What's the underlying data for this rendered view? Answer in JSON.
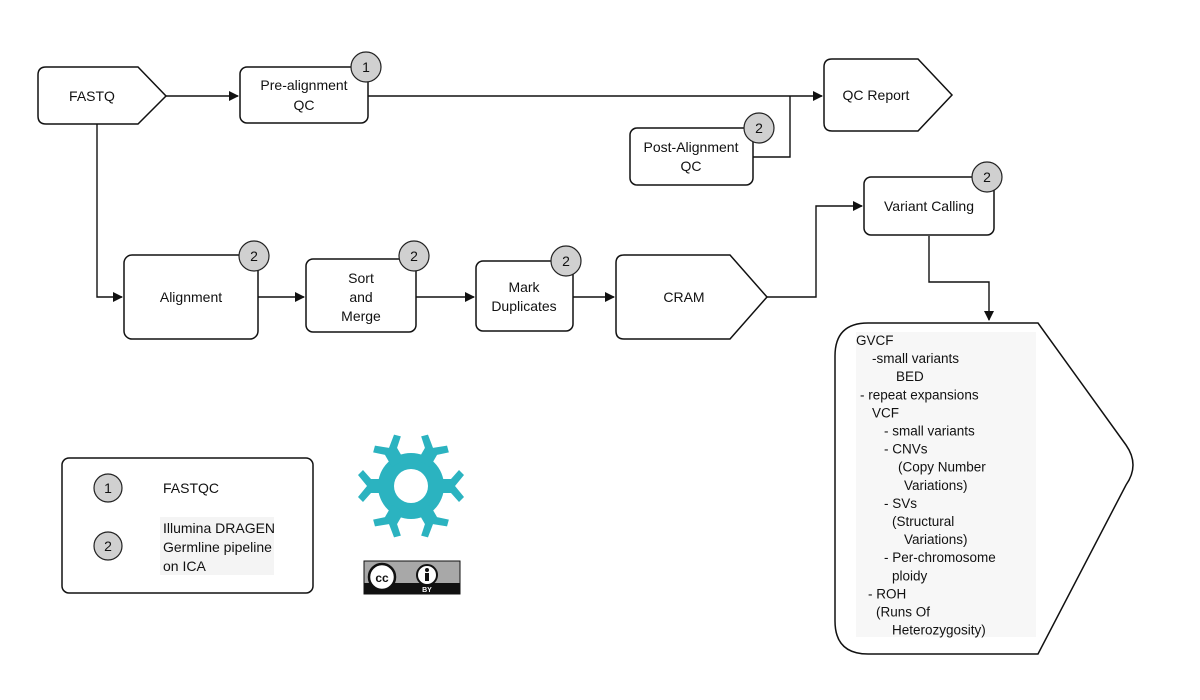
{
  "nodes": {
    "fastq": "FASTQ",
    "prealign_qc": [
      "Pre-alignment",
      "QC"
    ],
    "qc_report": "QC Report",
    "postalign_qc": [
      "Post-Alignment",
      "QC"
    ],
    "alignment": "Alignment",
    "sort_merge": [
      "Sort",
      "and",
      "Merge"
    ],
    "mark_dup": [
      "Mark",
      "Duplicates"
    ],
    "cram": "CRAM",
    "variant_calling": "Variant Calling"
  },
  "badges": {
    "prealign_qc": "1",
    "postalign_qc": "2",
    "alignment": "2",
    "sort_merge": "2",
    "mark_dup": "2",
    "variant_calling": "2"
  },
  "outputs": [
    "GVCF",
    "-small variants",
    "BED",
    "- repeat expansions",
    "VCF",
    "- small variants",
    "- CNVs",
    "(Copy Number",
    "Variations)",
    "- SVs",
    "(Structural",
    "Variations)",
    "- Per-chromosome",
    "ploidy",
    "- ROH",
    "(Runs Of",
    "Heterozygosity)"
  ],
  "legend": {
    "items": [
      {
        "badge": "1",
        "lines": [
          "FASTQC"
        ]
      },
      {
        "badge": "2",
        "lines": [
          "Illumina DRAGEN",
          "Germline pipeline",
          "on ICA"
        ]
      }
    ]
  },
  "license": {
    "by_label": "BY",
    "logo_color": "#2bb3c0"
  }
}
